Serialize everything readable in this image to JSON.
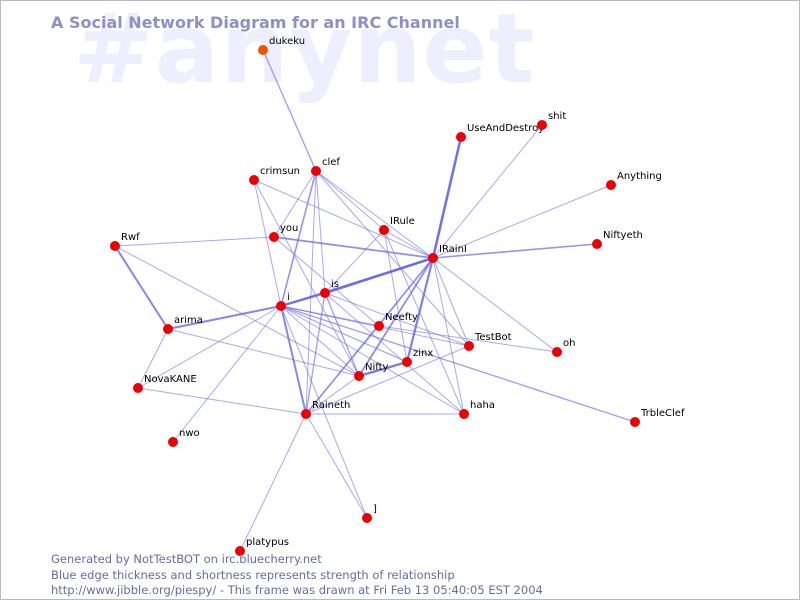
{
  "watermark": "#anynet",
  "title": "A Social Network Diagram for an IRC Channel",
  "colors": {
    "node": "#ee0000",
    "node_alt": "#ee5500",
    "edge": "#6666ee",
    "title": "#8f8fc8",
    "footer": "#6a6aa6",
    "watermark": "#eeeeff"
  },
  "footer": {
    "line1": "Generated by NotTestBOT on irc.bluecherry.net",
    "line2": "Blue edge thickness and shortness represents strength of relationship",
    "line3": "http://www.jibble.org/piespy/ - This frame was drawn at Fri Feb 13 05:40:05 EST 2004"
  },
  "nodes": [
    {
      "id": "dukeku",
      "label": "dukeku",
      "color": "#ee5500"
    },
    {
      "id": "UseAndDestroy",
      "label": "UseAndDestroy"
    },
    {
      "id": "shit",
      "label": "shit"
    },
    {
      "id": "crimsun",
      "label": "crimsun"
    },
    {
      "id": "clef",
      "label": "clef"
    },
    {
      "id": "Anything",
      "label": "Anything"
    },
    {
      "id": "IRule",
      "label": "IRule"
    },
    {
      "id": "you",
      "label": "you"
    },
    {
      "id": "Rwf",
      "label": "Rwf"
    },
    {
      "id": "IRainI",
      "label": "IRainI"
    },
    {
      "id": "Niftyeth",
      "label": "Niftyeth"
    },
    {
      "id": "is",
      "label": "is"
    },
    {
      "id": "i",
      "label": "i"
    },
    {
      "id": "arima",
      "label": "arima"
    },
    {
      "id": "Neefty",
      "label": "Neefty"
    },
    {
      "id": "TestBot",
      "label": "TestBot"
    },
    {
      "id": "oh",
      "label": "oh"
    },
    {
      "id": "zinx",
      "label": "zinx"
    },
    {
      "id": "Nifty",
      "label": "Nifty"
    },
    {
      "id": "NovaKANE",
      "label": "NovaKANE"
    },
    {
      "id": "Raineth",
      "label": "Raineth"
    },
    {
      "id": "haha",
      "label": "haha"
    },
    {
      "id": "TrbleClef",
      "label": "TrbleClef"
    },
    {
      "id": "nwo",
      "label": "nwo"
    },
    {
      "id": "]",
      "label": "]"
    },
    {
      "id": "platypus",
      "label": "platypus"
    }
  ],
  "edges": [
    {
      "source": "dukeku",
      "target": "clef",
      "weight": 1.3
    },
    {
      "source": "UseAndDestroy",
      "target": "IRainI",
      "weight": 2.6
    },
    {
      "source": "shit",
      "target": "IRainI",
      "weight": 1
    },
    {
      "source": "Anything",
      "target": "IRainI",
      "weight": 1
    },
    {
      "source": "Niftyeth",
      "target": "IRainI",
      "weight": 1.6
    },
    {
      "source": "crimsun",
      "target": "IRainI",
      "weight": 1
    },
    {
      "source": "crimsun",
      "target": "i",
      "weight": 1
    },
    {
      "source": "crimsun",
      "target": "Nifty",
      "weight": 1
    },
    {
      "source": "clef",
      "target": "IRainI",
      "weight": 1
    },
    {
      "source": "clef",
      "target": "you",
      "weight": 1
    },
    {
      "source": "clef",
      "target": "i",
      "weight": 1.6
    },
    {
      "source": "clef",
      "target": "is",
      "weight": 1
    },
    {
      "source": "clef",
      "target": "TestBot",
      "weight": 1
    },
    {
      "source": "clef",
      "target": "Raineth",
      "weight": 1
    },
    {
      "source": "clef",
      "target": "IRule",
      "weight": 1
    },
    {
      "source": "Rwf",
      "target": "you",
      "weight": 1
    },
    {
      "source": "Rwf",
      "target": "arima",
      "weight": 2
    },
    {
      "source": "Rwf",
      "target": "Nifty",
      "weight": 1
    },
    {
      "source": "you",
      "target": "IRainI",
      "weight": 1.8
    },
    {
      "source": "you",
      "target": "Neefty",
      "weight": 1
    },
    {
      "source": "IRule",
      "target": "IRainI",
      "weight": 1
    },
    {
      "source": "IRule",
      "target": "is",
      "weight": 1
    },
    {
      "source": "IRule",
      "target": "zinx",
      "weight": 1
    },
    {
      "source": "IRule",
      "target": "haha",
      "weight": 1
    },
    {
      "source": "IRainI",
      "target": "is",
      "weight": 2.6
    },
    {
      "source": "IRainI",
      "target": "i",
      "weight": 1.6
    },
    {
      "source": "IRainI",
      "target": "Neefty",
      "weight": 1
    },
    {
      "source": "IRainI",
      "target": "Nifty",
      "weight": 1.8
    },
    {
      "source": "IRainI",
      "target": "zinx",
      "weight": 2.2
    },
    {
      "source": "IRainI",
      "target": "Raineth",
      "weight": 1.4
    },
    {
      "source": "IRainI",
      "target": "haha",
      "weight": 1
    },
    {
      "source": "IRainI",
      "target": "TestBot",
      "weight": 1
    },
    {
      "source": "IRainI",
      "target": "oh",
      "weight": 1
    },
    {
      "source": "i",
      "target": "is",
      "weight": 2.4
    },
    {
      "source": "i",
      "target": "arima",
      "weight": 2
    },
    {
      "source": "i",
      "target": "Neefty",
      "weight": 1.2
    },
    {
      "source": "i",
      "target": "TestBot",
      "weight": 1
    },
    {
      "source": "i",
      "target": "zinx",
      "weight": 1.2
    },
    {
      "source": "i",
      "target": "Nifty",
      "weight": 1
    },
    {
      "source": "i",
      "target": "Raineth",
      "weight": 2
    },
    {
      "source": "i",
      "target": "haha",
      "weight": 1
    },
    {
      "source": "i",
      "target": "nwo",
      "weight": 1
    },
    {
      "source": "i",
      "target": "TrbleClef",
      "weight": 1.3
    },
    {
      "source": "i",
      "target": "]",
      "weight": 1
    },
    {
      "source": "i",
      "target": "NovaKANE",
      "weight": 1
    },
    {
      "source": "is",
      "target": "Raineth",
      "weight": 1.3
    },
    {
      "source": "is",
      "target": "Nifty",
      "weight": 1.3
    },
    {
      "source": "is",
      "target": "haha",
      "weight": 1
    },
    {
      "source": "is",
      "target": "TestBot",
      "weight": 1
    },
    {
      "source": "arima",
      "target": "NovaKANE",
      "weight": 1
    },
    {
      "source": "arima",
      "target": "Nifty",
      "weight": 1
    },
    {
      "source": "Neefty",
      "target": "oh",
      "weight": 1
    },
    {
      "source": "Neefty",
      "target": "Raineth",
      "weight": 1
    },
    {
      "source": "zinx",
      "target": "Nifty",
      "weight": 2.4
    },
    {
      "source": "Nifty",
      "target": "Raineth",
      "weight": 1
    },
    {
      "source": "Raineth",
      "target": "haha",
      "weight": 1
    },
    {
      "source": "Raineth",
      "target": "platypus",
      "weight": 1
    },
    {
      "source": "Raineth",
      "target": "]",
      "weight": 1
    },
    {
      "source": "Raineth",
      "target": "TestBot",
      "weight": 1
    },
    {
      "source": "NovaKANE",
      "target": "Raineth",
      "weight": 1
    }
  ]
}
